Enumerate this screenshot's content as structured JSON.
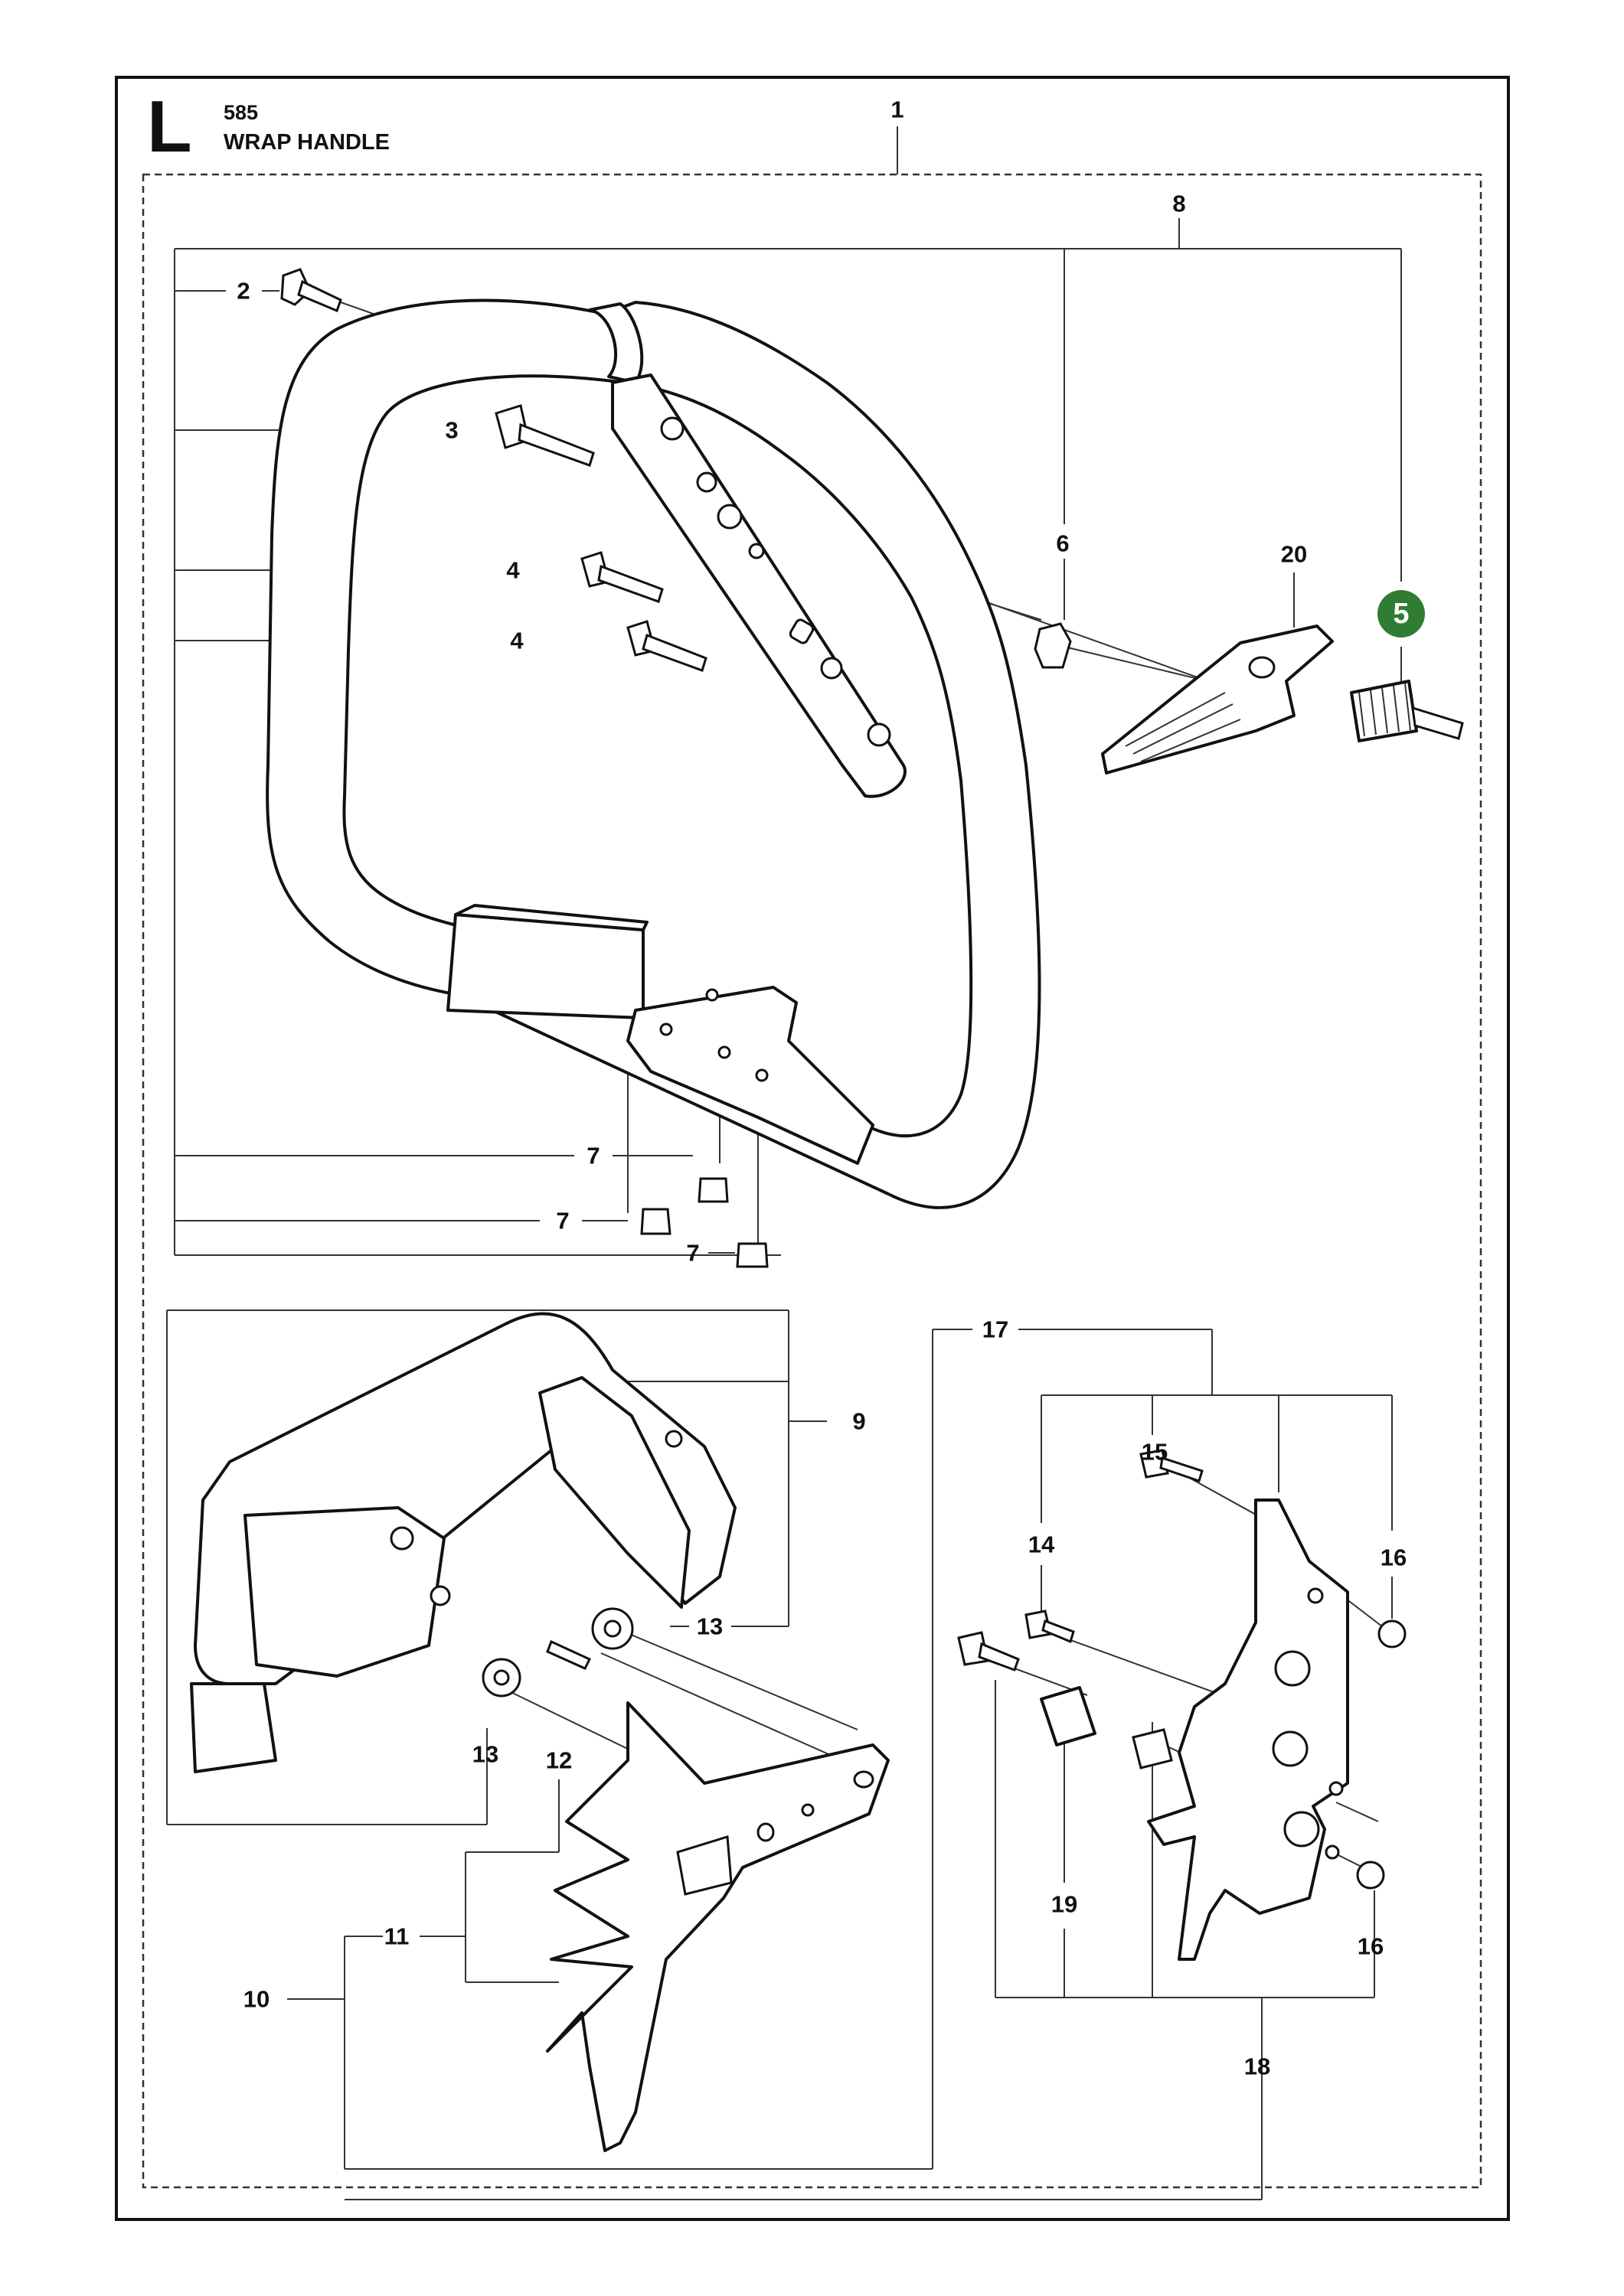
{
  "header": {
    "section_letter": "L",
    "section_code": "585",
    "section_title": "WRAP HANDLE"
  },
  "callouts": {
    "c1": "1",
    "c2": "2",
    "c3": "3",
    "c4a": "4",
    "c4b": "4",
    "c5": "5",
    "c6": "6",
    "c7a": "7",
    "c7b": "7",
    "c7c": "7",
    "c8": "8",
    "c9": "9",
    "c10": "10",
    "c11": "11",
    "c12": "12",
    "c13a": "13",
    "c13b": "13",
    "c14": "14",
    "c15": "15",
    "c16a": "16",
    "c16b": "16",
    "c17": "17",
    "c18": "18",
    "c19": "19",
    "c20": "20"
  },
  "colors": {
    "highlight_badge": "#2e7d32",
    "line": "#333333",
    "frame": "#111111"
  }
}
